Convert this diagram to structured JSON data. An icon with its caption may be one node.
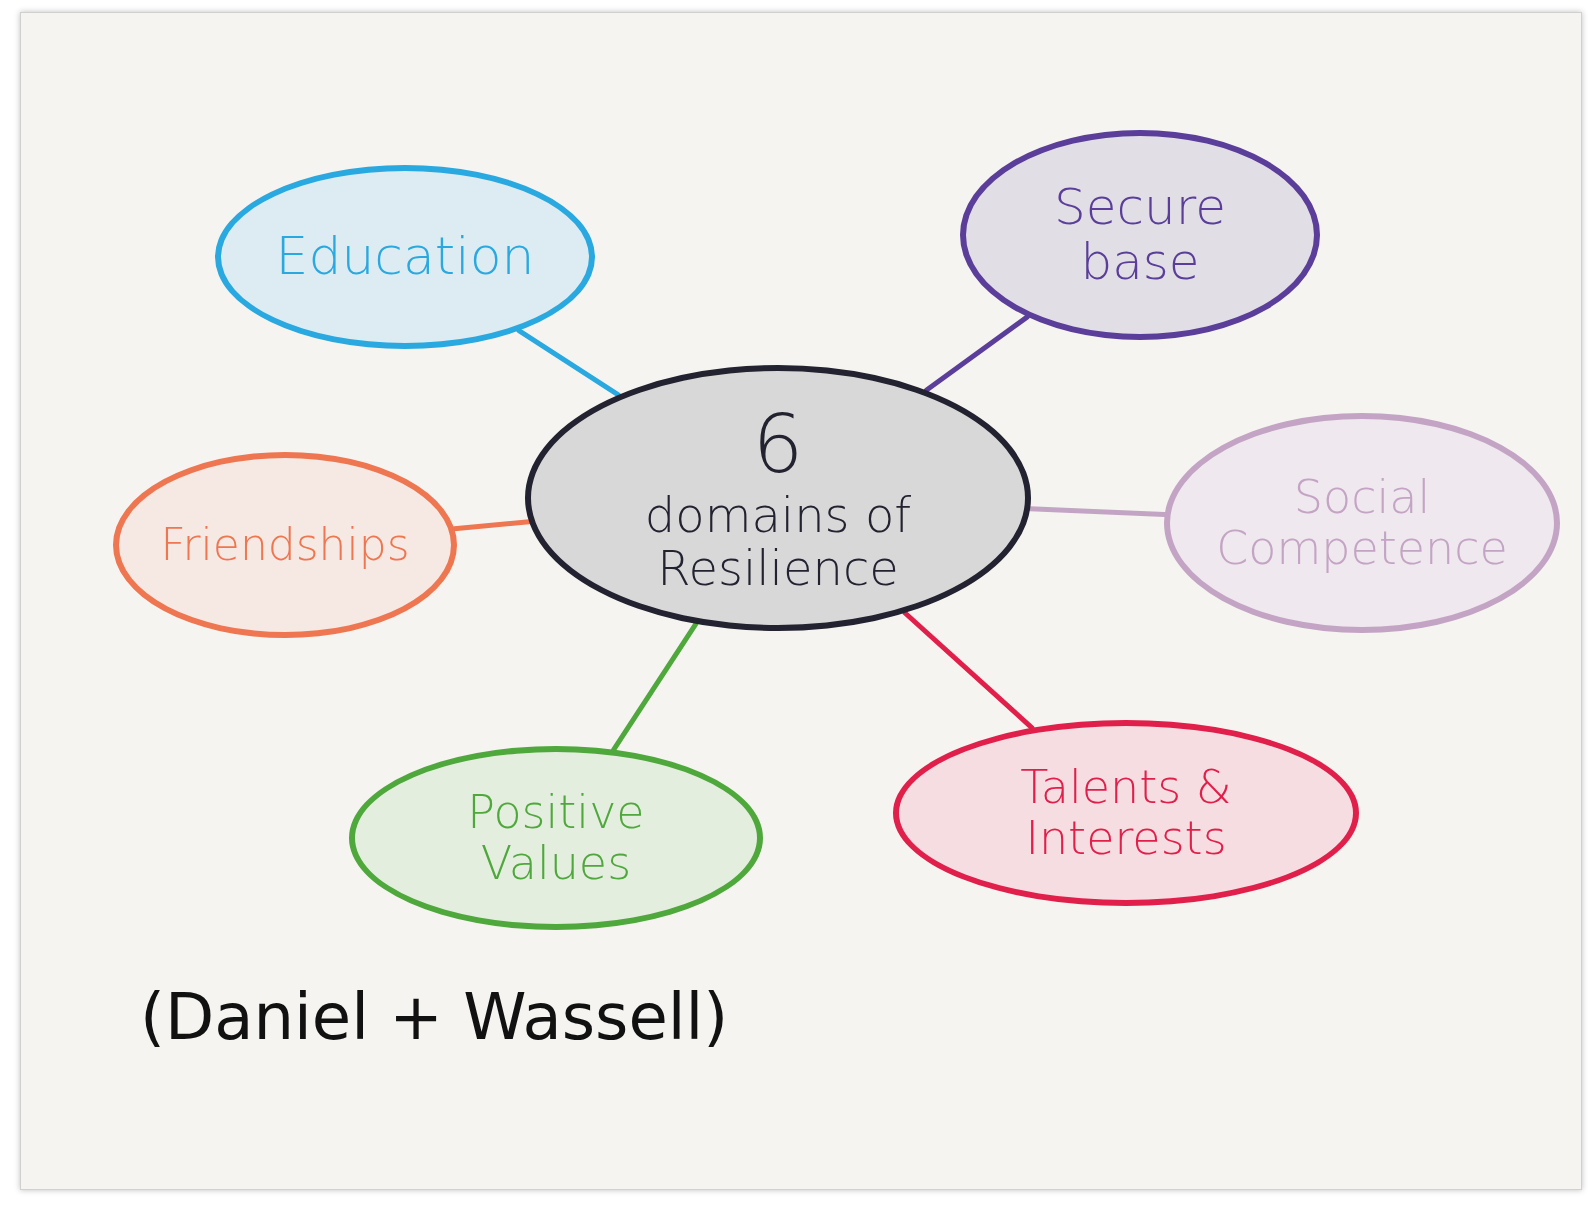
{
  "diagram": {
    "nodes": [
      {
        "text": [
          "Education"
        ]
      },
      {
        "text": [
          "Secure base"
        ]
      },
      {
        "text": [
          "6",
          "domains of Resilience"
        ]
      },
      {
        "text": [
          "Friendships"
        ]
      },
      {
        "text": [
          "Social Competence"
        ]
      },
      {
        "text": [
          "Positive Values"
        ]
      },
      {
        "text": [
          "Talents & Interests"
        ]
      }
    ],
    "edges": [
      {
        "from": 2,
        "to": 0,
        "arrow": "none",
        "color": "#2aa8e0"
      },
      {
        "from": 2,
        "to": 1,
        "arrow": "none",
        "color": "#5a3e9a"
      },
      {
        "from": 2,
        "to": 3,
        "arrow": "none",
        "color": "#ee7650"
      },
      {
        "from": 2,
        "to": 4,
        "arrow": "none",
        "color": "#c4a4c4"
      },
      {
        "from": 2,
        "to": 5,
        "arrow": "none",
        "color": "#4fa83c"
      },
      {
        "from": 2,
        "to": 6,
        "arrow": "none",
        "color": "#e0204a"
      }
    ],
    "labels": [
      "(Daniel + Wassell)"
    ]
  }
}
